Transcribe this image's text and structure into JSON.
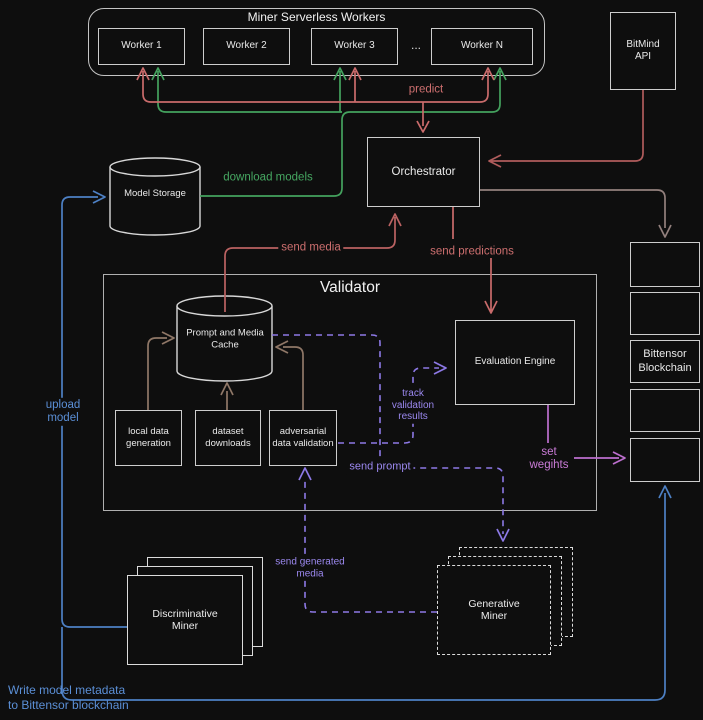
{
  "workers": {
    "container_title": "Miner Serverless Workers",
    "items": [
      "Worker 1",
      "Worker 2",
      "Worker 3",
      "Worker N"
    ],
    "ellipsis": "..."
  },
  "nodes": {
    "bitmind_api": "BitMind API",
    "orchestrator": "Orchestrator",
    "model_storage": "Model Storage",
    "validator_title": "Validator",
    "prompt_cache": "Prompt and Media Cache",
    "local_data_generation": "local data generation",
    "dataset_downloads": "dataset downloads",
    "adversarial_data_validation": "adversarial data validation",
    "evaluation_engine": "Evaluation Engine",
    "bittensor_blockchain": "Bittensor Blockchain",
    "discriminative_miner": "Discriminative Miner",
    "generative_miner": "Generative Miner"
  },
  "edge_labels": {
    "predict": "predict",
    "download_models": "download models",
    "send_media": "send media",
    "send_predictions": "send predictions",
    "upload_model": "upload model",
    "track_validation_results": "track validation results",
    "send_prompt": "send prompt",
    "set_weights": "set wegihts",
    "send_generated_media": "send generated media",
    "write_model_metadata": "Write model metadata to Bittensor blockchain"
  },
  "colors": {
    "predict_pink": "#c96b6b",
    "send_media_red": "#bb6262",
    "bitmind_red": "#b05c5c",
    "download_green": "#44a25e",
    "blue": "#4d80c4",
    "purple": "#8d79e6",
    "magenta": "#bc6fce",
    "tan": "#8f7767",
    "mauve": "#93807d",
    "box_border": "#cdcdcd"
  }
}
